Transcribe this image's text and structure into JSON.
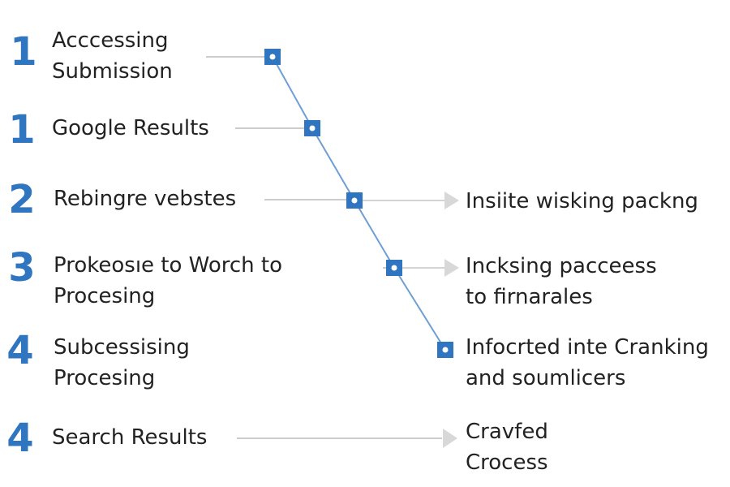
{
  "steps": [
    {
      "number": "1",
      "label_line1": "Acccessing",
      "label_line2": "Submission"
    },
    {
      "number": "1",
      "label_line1": "Google Results",
      "label_line2": ""
    },
    {
      "number": "2",
      "label_line1": "Rebingre vebstes",
      "label_line2": ""
    },
    {
      "number": "3",
      "label_line1": "Prokeosıe to Worch to",
      "label_line2": "Procesing"
    },
    {
      "number": "4",
      "label_line1": "Subcessising",
      "label_line2": "Procesing"
    },
    {
      "number": "4",
      "label_line1": "Search Results",
      "label_line2": ""
    }
  ],
  "outcomes": [
    {
      "line1": "Insiite wisking packng",
      "line2": ""
    },
    {
      "line1": "Incksing paccеess",
      "line2": "to firnarales"
    },
    {
      "line1": "Infocrted inte Cranking",
      "line2": "and soumlicers"
    },
    {
      "line1": "Cravfed",
      "line2": "Crocess"
    }
  ],
  "colors": {
    "accent": "#2f75c0",
    "connector": "#cccccc",
    "arrow": "#d8d8d8"
  }
}
